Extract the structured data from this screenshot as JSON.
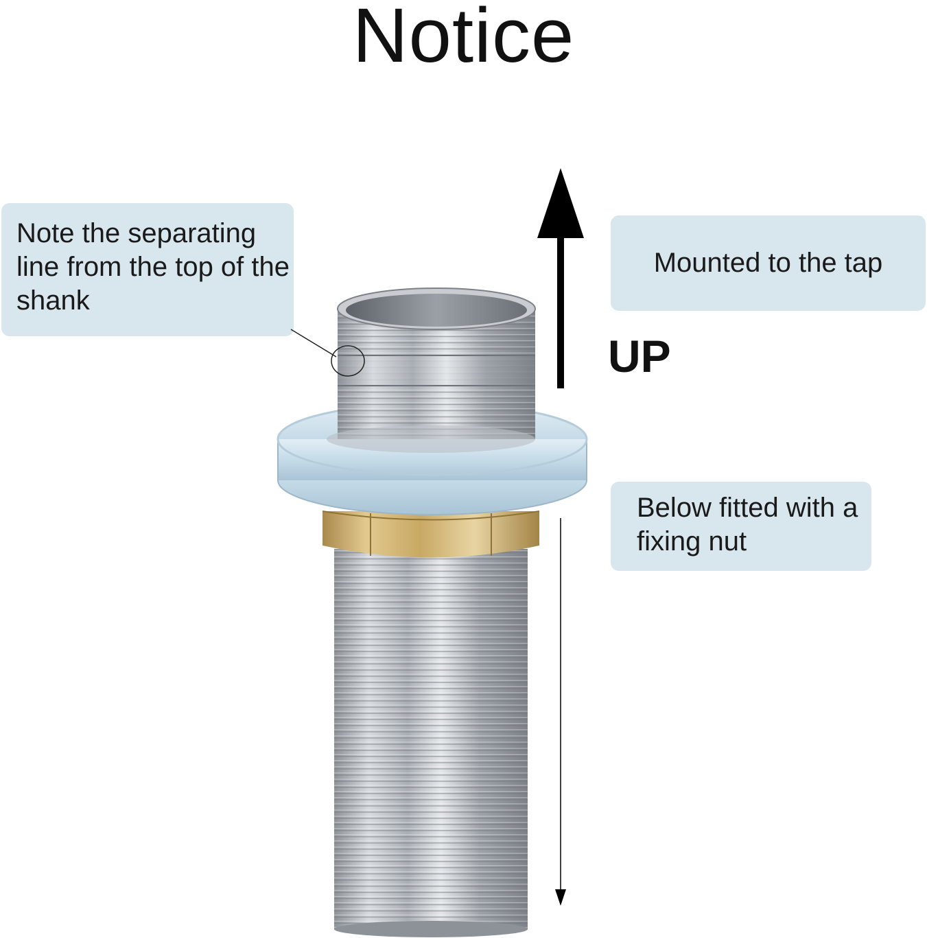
{
  "title": "Notice",
  "callouts": {
    "separating_line": "Note the separating line from the top of the shank",
    "mounted": "Mounted to the tap",
    "below": "Below fitted with a fixing nut"
  },
  "direction_label": "UP",
  "colors": {
    "callout_bg": "#d8e6ee",
    "steel": "#b9bec4",
    "brass": "#c9a96a",
    "washer": "#c5dbe8"
  }
}
